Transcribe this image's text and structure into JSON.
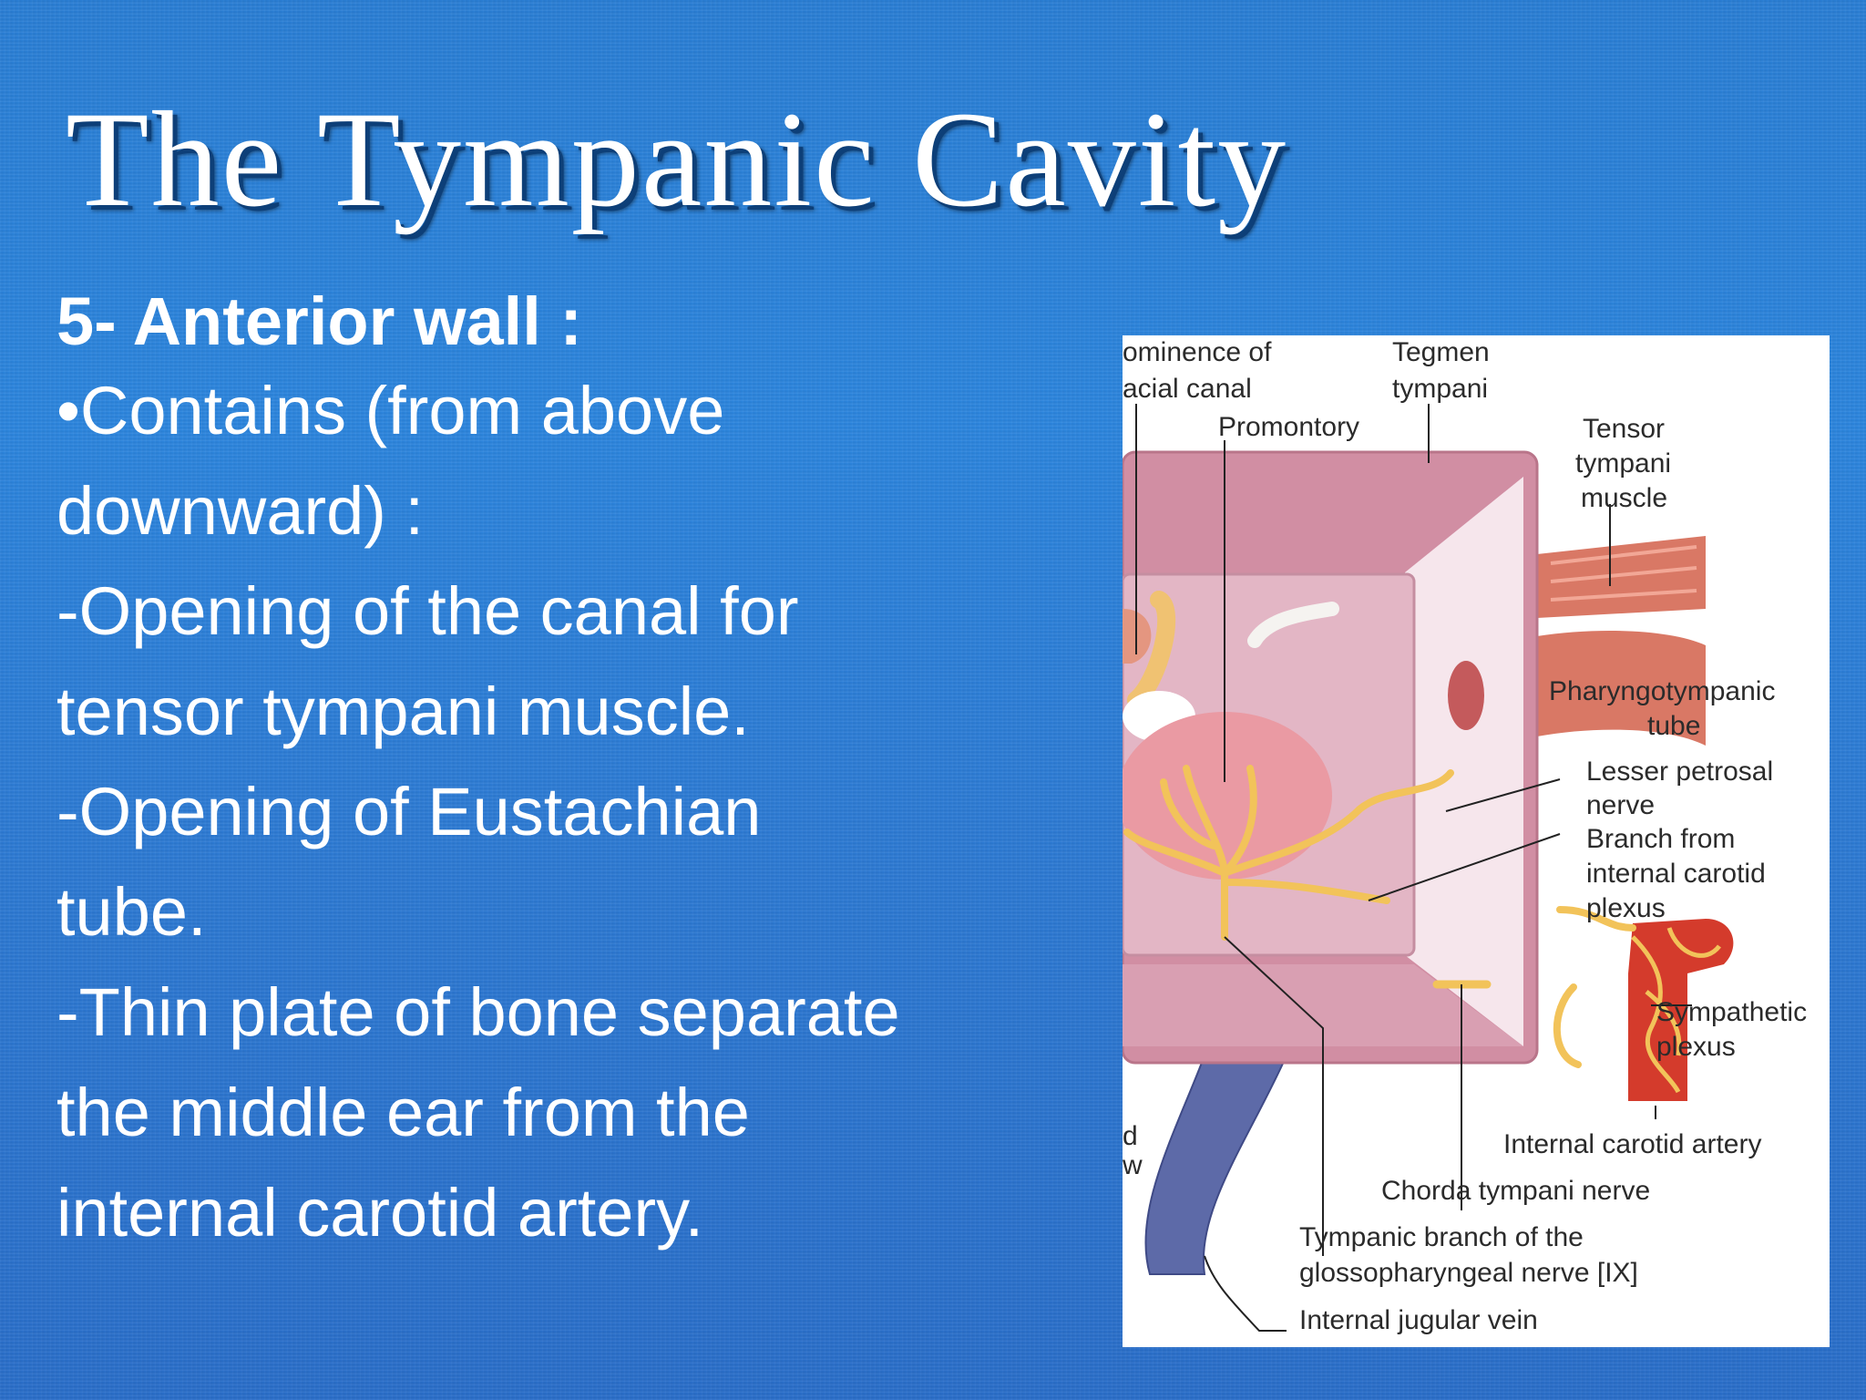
{
  "slide": {
    "title": "The Tympanic Cavity",
    "heading": "5- Anterior wall :",
    "lines": [
      "•Contains (from above",
      "downward) :",
      "-Opening of the canal for",
      "tensor tympani muscle.",
      "-Opening of Eustachian",
      "tube.",
      "-Thin plate of bone separate",
      "the middle ear from the",
      "internal carotid artery."
    ]
  },
  "figure": {
    "labels": {
      "prominence_l1": "ominence of",
      "prominence_l2": "acial canal",
      "tegmen_l1": "Tegmen",
      "tegmen_l2": "tympani",
      "promontory": "Promontory",
      "tensor_l1": "Tensor",
      "tensor_l2": "tympani",
      "tensor_l3": "muscle",
      "pharyngo_l1": "Pharyngotympanic",
      "pharyngo_l2": "tube",
      "lesser_l1": "Lesser petrosal",
      "lesser_l2": "nerve",
      "branch_l1": "Branch from",
      "branch_l2": "internal carotid",
      "branch_l3": "plexus",
      "sympathetic_l1": "Sympathetic",
      "sympathetic_l2": "plexus",
      "carotid": "Internal carotid artery",
      "chorda": "Chorda tympani nerve",
      "tympanic_l1": "Tympanic branch of the",
      "tympanic_l2": "glossopharyngeal nerve [IX]",
      "jugular": "Internal jugular vein",
      "partial_l1": "d",
      "partial_l2": "w"
    }
  }
}
